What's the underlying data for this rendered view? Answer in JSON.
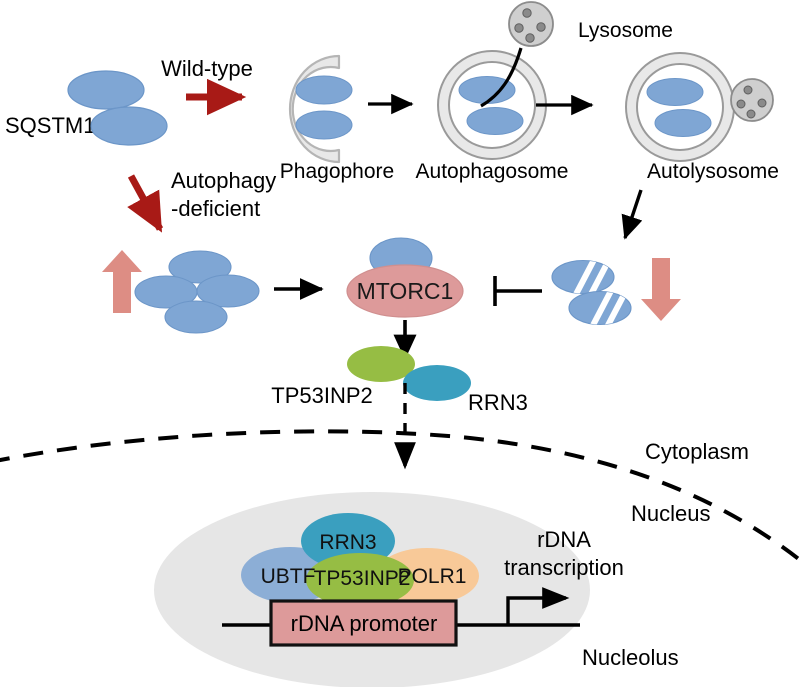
{
  "figure": {
    "title": "SQSTM1 autophagy and rDNA transcription pathway diagram",
    "background_color": "#ffffff"
  },
  "colors": {
    "sqstm1_blue": "#7fa6d4",
    "sqstm1_blue_stroke": "#6c96c8",
    "membrane_gray_fill": "#e8e8e8",
    "membrane_gray_stroke": "#9a9a9a",
    "vesicle_inner_fill": "#ffffff",
    "lysosome_fill": "#cfcfcf",
    "lysosome_stroke": "#8c8c8c",
    "lysosome_dot": "#8a8a8a",
    "dark_red_arrow": "#a81a16",
    "salmon_arrow": "#dd8d84",
    "mtorc1_fill": "#dd9a9a",
    "mtorc1_stroke": "#d08f8f",
    "tp53inp2_green": "#96bd44",
    "rrn3_teal": "#3a9fbf",
    "ubtf_blue": "#8caed6",
    "polr1_orange": "#f8c998",
    "nucleus_gray": "#e6e6e6",
    "promoter_fill": "#dd9a9a",
    "promoter_stroke": "#111111",
    "black": "#000000"
  },
  "labels": {
    "sqstm1": "SQSTM1",
    "wild_type": "Wild-type",
    "autophagy_line1": "Autophagy",
    "autophagy_line2": "-deficient",
    "phagophore": "Phagophore",
    "autophagosome": "Autophagosome",
    "lysosome": "Lysosome",
    "autolysosome": "Autolysosome",
    "mtorc1": "MTORC1",
    "tp53inp2": "TP53INP2",
    "rrn3": "RRN3",
    "cytoplasm": "Cytoplasm",
    "nucleus": "Nucleus",
    "nucleolus": "Nucleolus",
    "rrn3_complex": "RRN3",
    "ubtf": "UBTF",
    "tp53inp2_complex": "TP53INP2",
    "polr1": "POLR1",
    "rdna_promoter": "rDNA promoter",
    "rdna_transcription_line1": "rDNA",
    "rdna_transcription_line2": "transcription"
  },
  "icons": {
    "wild_type_arrow": "red-right-arrow-icon",
    "autophagy_arrow": "red-diagonal-down-arrow-icon",
    "accumulation_arrow": "salmon-up-arrow-icon",
    "degradation_arrow": "salmon-down-arrow-icon",
    "inhibition": "inhibition-tbar-icon",
    "nuclear_import": "dashed-down-arrow-icon",
    "transcription_arrow": "bent-right-arrow-icon"
  }
}
